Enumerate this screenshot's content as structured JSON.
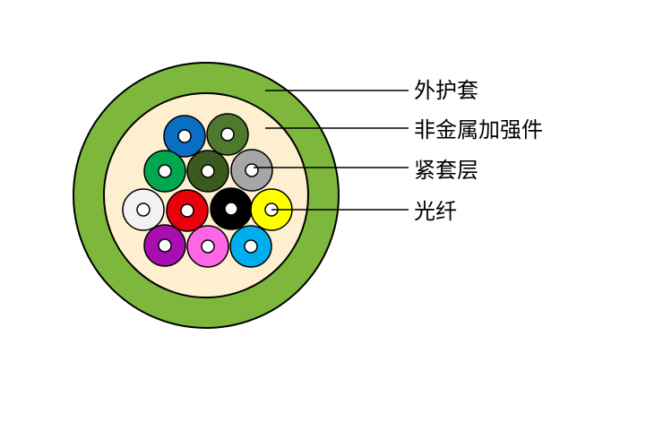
{
  "diagram": {
    "colors": {
      "outer_sheath": "#7db73c",
      "strength_member": "#fdefcf",
      "fiber_core": "#ffffff",
      "outline": "#000000"
    },
    "labels": {
      "outer_sheath": "外护套",
      "strength_member": "非金属加强件",
      "tight_buffer": "紧套层",
      "fiber": "光纤"
    },
    "fibers": [
      {
        "name": "blue",
        "color": "#0a6fc2"
      },
      {
        "name": "olive-green",
        "color": "#4f7a2e"
      },
      {
        "name": "green",
        "color": "#00a650"
      },
      {
        "name": "dark-green",
        "color": "#3c5a1e"
      },
      {
        "name": "gray",
        "color": "#a6a6a6"
      },
      {
        "name": "white",
        "color": "#f2f2f2"
      },
      {
        "name": "red",
        "color": "#e8000b"
      },
      {
        "name": "black",
        "color": "#000000"
      },
      {
        "name": "yellow",
        "color": "#ffff00"
      },
      {
        "name": "violet",
        "color": "#a80fb0"
      },
      {
        "name": "pink",
        "color": "#ff66e6"
      },
      {
        "name": "aqua",
        "color": "#00aeef"
      }
    ]
  }
}
